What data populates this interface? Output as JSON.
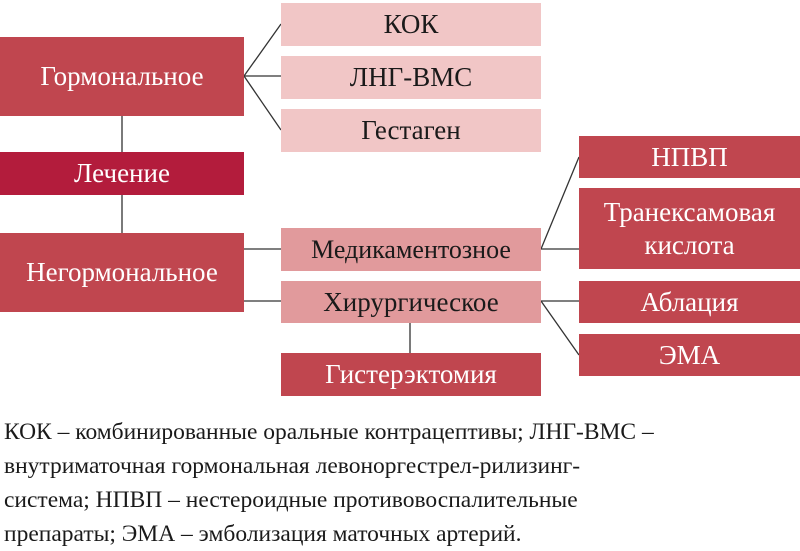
{
  "nodes": {
    "hormonal": "Гормональное",
    "treatment": "Лечение",
    "nonhormonal": "Негормональное",
    "kok": "КОК",
    "lng_vms": "ЛНГ-ВМС",
    "gestagen": "Гестаген",
    "medication": "Медикаментозное",
    "surgical": "Хирургическое",
    "hysterectomy": "Гистерэктомия",
    "nsaid": "НПВП",
    "tranexamic": "Транексамовая кислота",
    "ablation": "Аблация",
    "ema": "ЭМА"
  },
  "footnote": "КОК – комбинированные оральные контрацептивы; ЛНГ-ВМС –\nвнутриматочная гормональная левоноргестрел-рилизинг-\nсистема; НПВП – нестероидные противовоспалительные\nпрепараты; ЭМА – эмболизация маточных артерий.",
  "colors": {
    "dark": "#c0464f",
    "main": "#b31c3c",
    "mid": "#e19a9c",
    "light": "#f1c6c6"
  }
}
